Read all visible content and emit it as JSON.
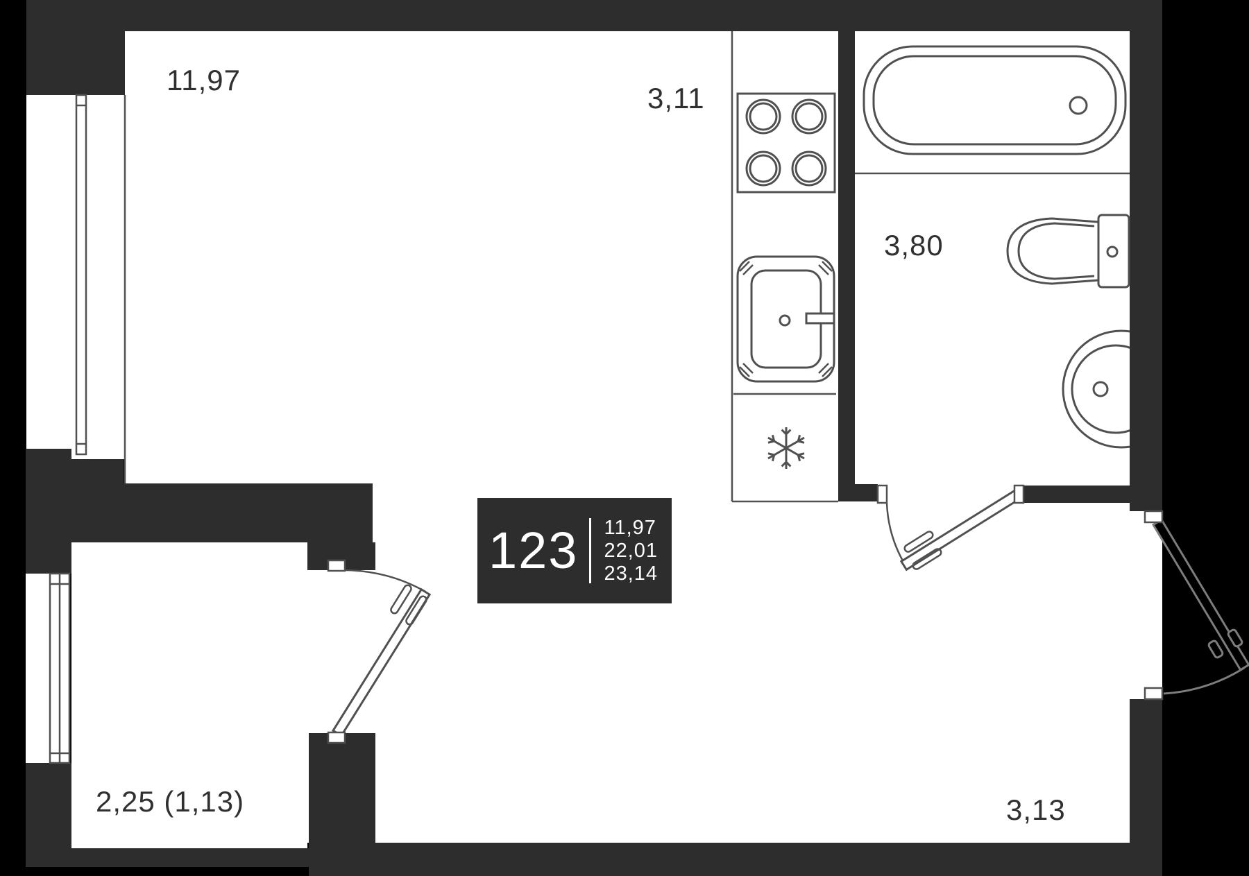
{
  "plan": {
    "unit": {
      "number": "123",
      "area_living": "11,97",
      "area_total": "22,01",
      "area_total_balcony": "23,14"
    },
    "rooms": {
      "living": {
        "label": "11,97"
      },
      "kitchen": {
        "label": "3,11"
      },
      "bathroom": {
        "label": "3,80"
      },
      "hallway": {
        "label": "3,13"
      },
      "balcony": {
        "label": "2,25 (1,13)"
      }
    },
    "icons": {
      "fridge": "snowflake-icon"
    },
    "colors": {
      "background": "#000000",
      "wall": "#2d2d2d",
      "floor": "#ffffff",
      "line": "#505050",
      "text": "#303030",
      "info_bg": "#2d2d2d",
      "info_text": "#ffffff",
      "door_outside": "#7d7d7d"
    }
  }
}
